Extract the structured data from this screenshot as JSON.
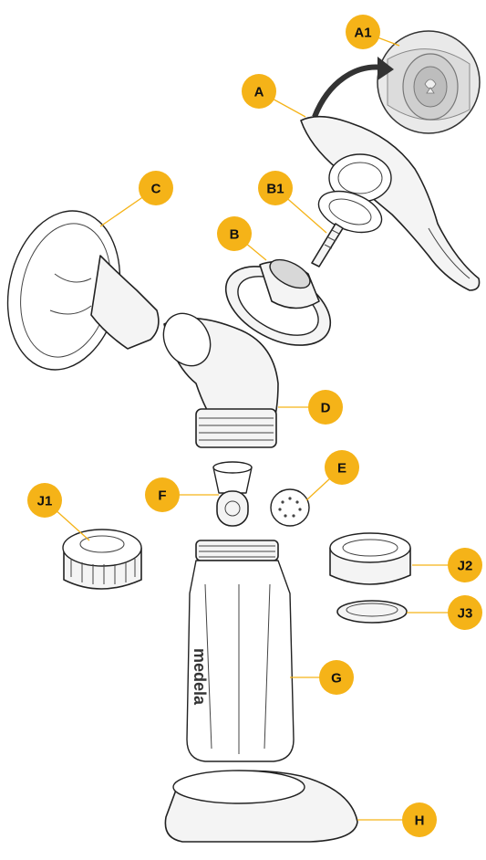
{
  "diagram": {
    "badge_color": "#f5b318",
    "leader_color": "#f5b318",
    "parts": [
      {
        "id": "A1",
        "label": "A1",
        "icon": "valve-membrane-closeup-icon"
      },
      {
        "id": "A",
        "label": "A",
        "icon": "pump-handle-icon"
      },
      {
        "id": "B1",
        "label": "B1",
        "icon": "piston-icon"
      },
      {
        "id": "B",
        "label": "B",
        "icon": "connector-cap-icon"
      },
      {
        "id": "C",
        "label": "C",
        "icon": "breast-shield-icon"
      },
      {
        "id": "D",
        "label": "D",
        "icon": "connector-body-icon"
      },
      {
        "id": "E",
        "label": "E",
        "icon": "membrane-icon"
      },
      {
        "id": "F",
        "label": "F",
        "icon": "valve-head-icon"
      },
      {
        "id": "J1",
        "label": "J1",
        "icon": "bottle-lid-icon"
      },
      {
        "id": "J2",
        "label": "J2",
        "icon": "screw-ring-icon"
      },
      {
        "id": "J3",
        "label": "J3",
        "icon": "sealing-disc-icon"
      },
      {
        "id": "G",
        "label": "G",
        "icon": "bottle-icon"
      },
      {
        "id": "H",
        "label": "H",
        "icon": "bottle-stand-icon"
      }
    ],
    "bottle_brand": "medela"
  }
}
